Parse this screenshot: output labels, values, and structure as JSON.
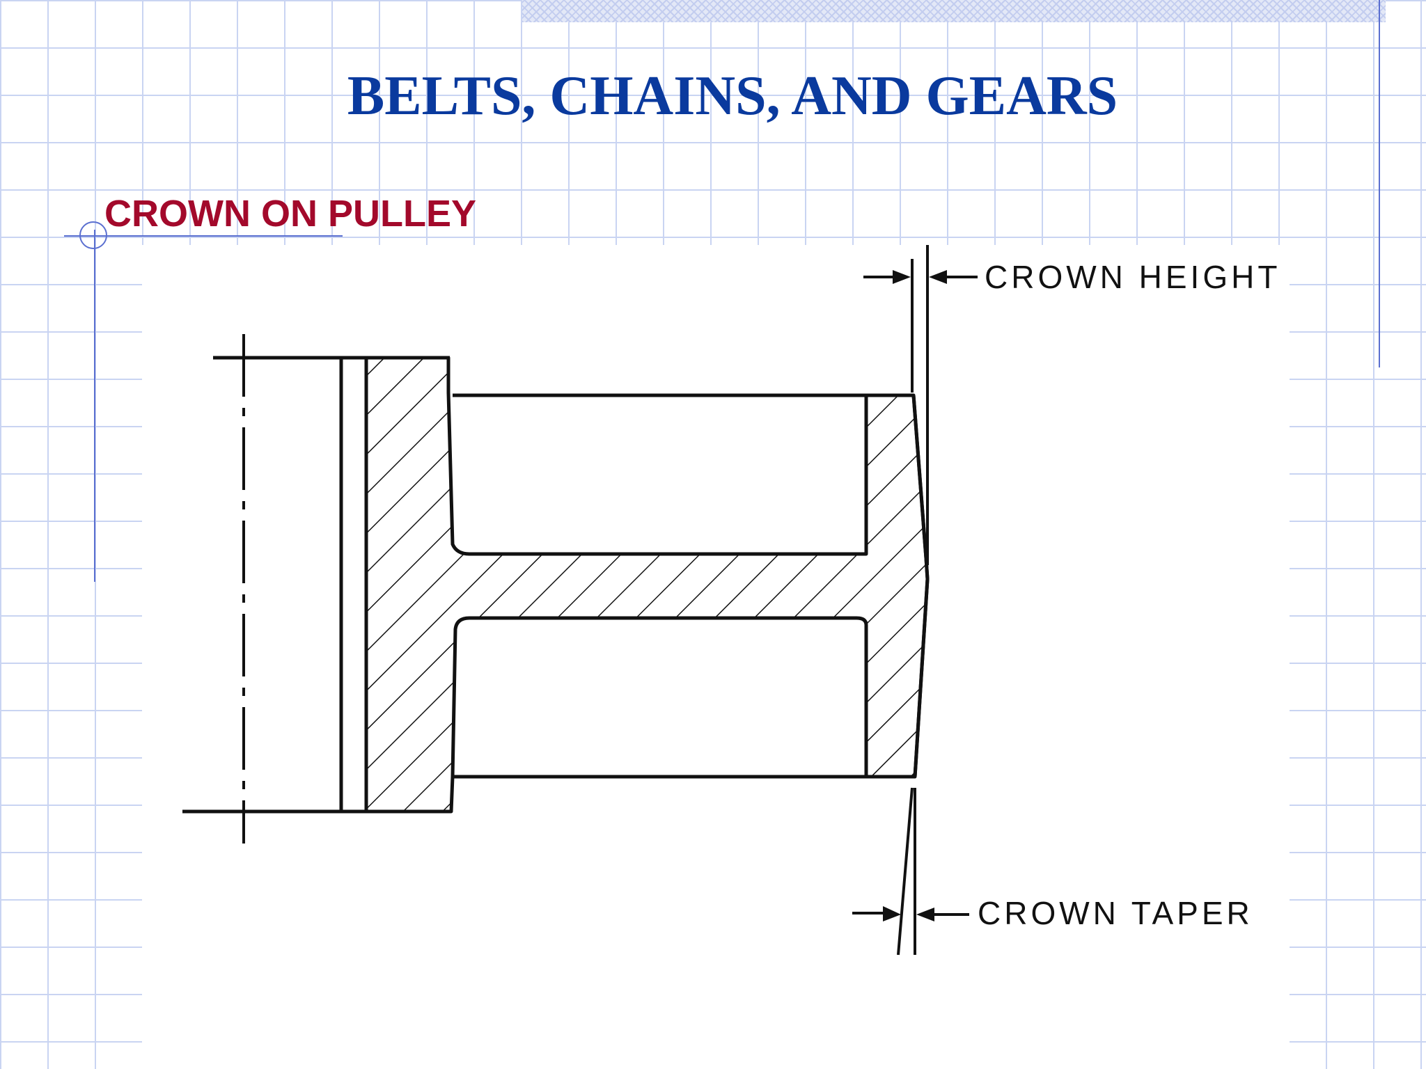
{
  "slide": {
    "title": "BELTS, CHAINS, AND GEARS",
    "subtitle": "CROWN ON PULLEY"
  },
  "diagram": {
    "labels": {
      "crown_height": "CROWN HEIGHT",
      "crown_taper": "CROWN TAPER"
    }
  },
  "colors": {
    "title": "#0a3a9e",
    "subtitle": "#a3092b",
    "grid": "#c9d4f2",
    "rule": "#5a6fd0",
    "ink": "#111111"
  }
}
